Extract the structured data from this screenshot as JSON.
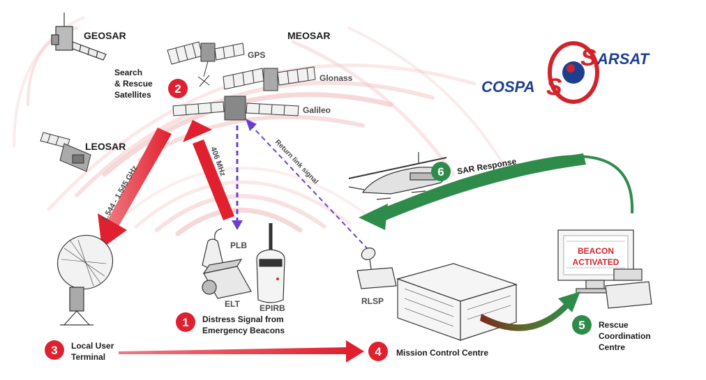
{
  "colors": {
    "red": "#e0202e",
    "green": "#2e8b4a",
    "purple": "#6a3fd0",
    "wave": "#f4c7c9",
    "logo_blue": "#1d3f8f",
    "logo_red": "#d2232a"
  },
  "satellites": {
    "geosar": "GEOSAR",
    "meosar": "MEOSAR",
    "leosar": "LEOSAR",
    "gps": "GPS",
    "glonass": "Glonass",
    "galileo": "Galileo"
  },
  "steps": [
    {
      "number": "1",
      "lines": [
        "Distress Signal from",
        "Emergency Beacons"
      ],
      "color": "red"
    },
    {
      "number": "2",
      "lines": [
        "Search",
        "& Rescue",
        "Satellites"
      ],
      "color": "red"
    },
    {
      "number": "3",
      "lines": [
        "Local User",
        "Terminal"
      ],
      "color": "red"
    },
    {
      "number": "4",
      "lines": [
        "Mission Control Centre"
      ],
      "color": "red"
    },
    {
      "number": "5",
      "lines": [
        "Rescue",
        "Coordination",
        "Centre"
      ],
      "color": "green"
    },
    {
      "number": "6",
      "lines": [
        "SAR Response"
      ],
      "color": "green"
    }
  ],
  "signals": {
    "downlink": "1.544 - 1.545 GHz",
    "uplink": "406 MHz",
    "return_link": "Return link signal"
  },
  "beacons": {
    "plb": "PLB",
    "elt": "ELT",
    "epirb": "EPIRB"
  },
  "rlsp": "RLSP",
  "screen": {
    "line1": "BEACON",
    "line2": "ACTIVATED"
  },
  "logo": {
    "left": "COSPA",
    "s1": "S",
    "s2": "S",
    "right": "ARSAT"
  }
}
